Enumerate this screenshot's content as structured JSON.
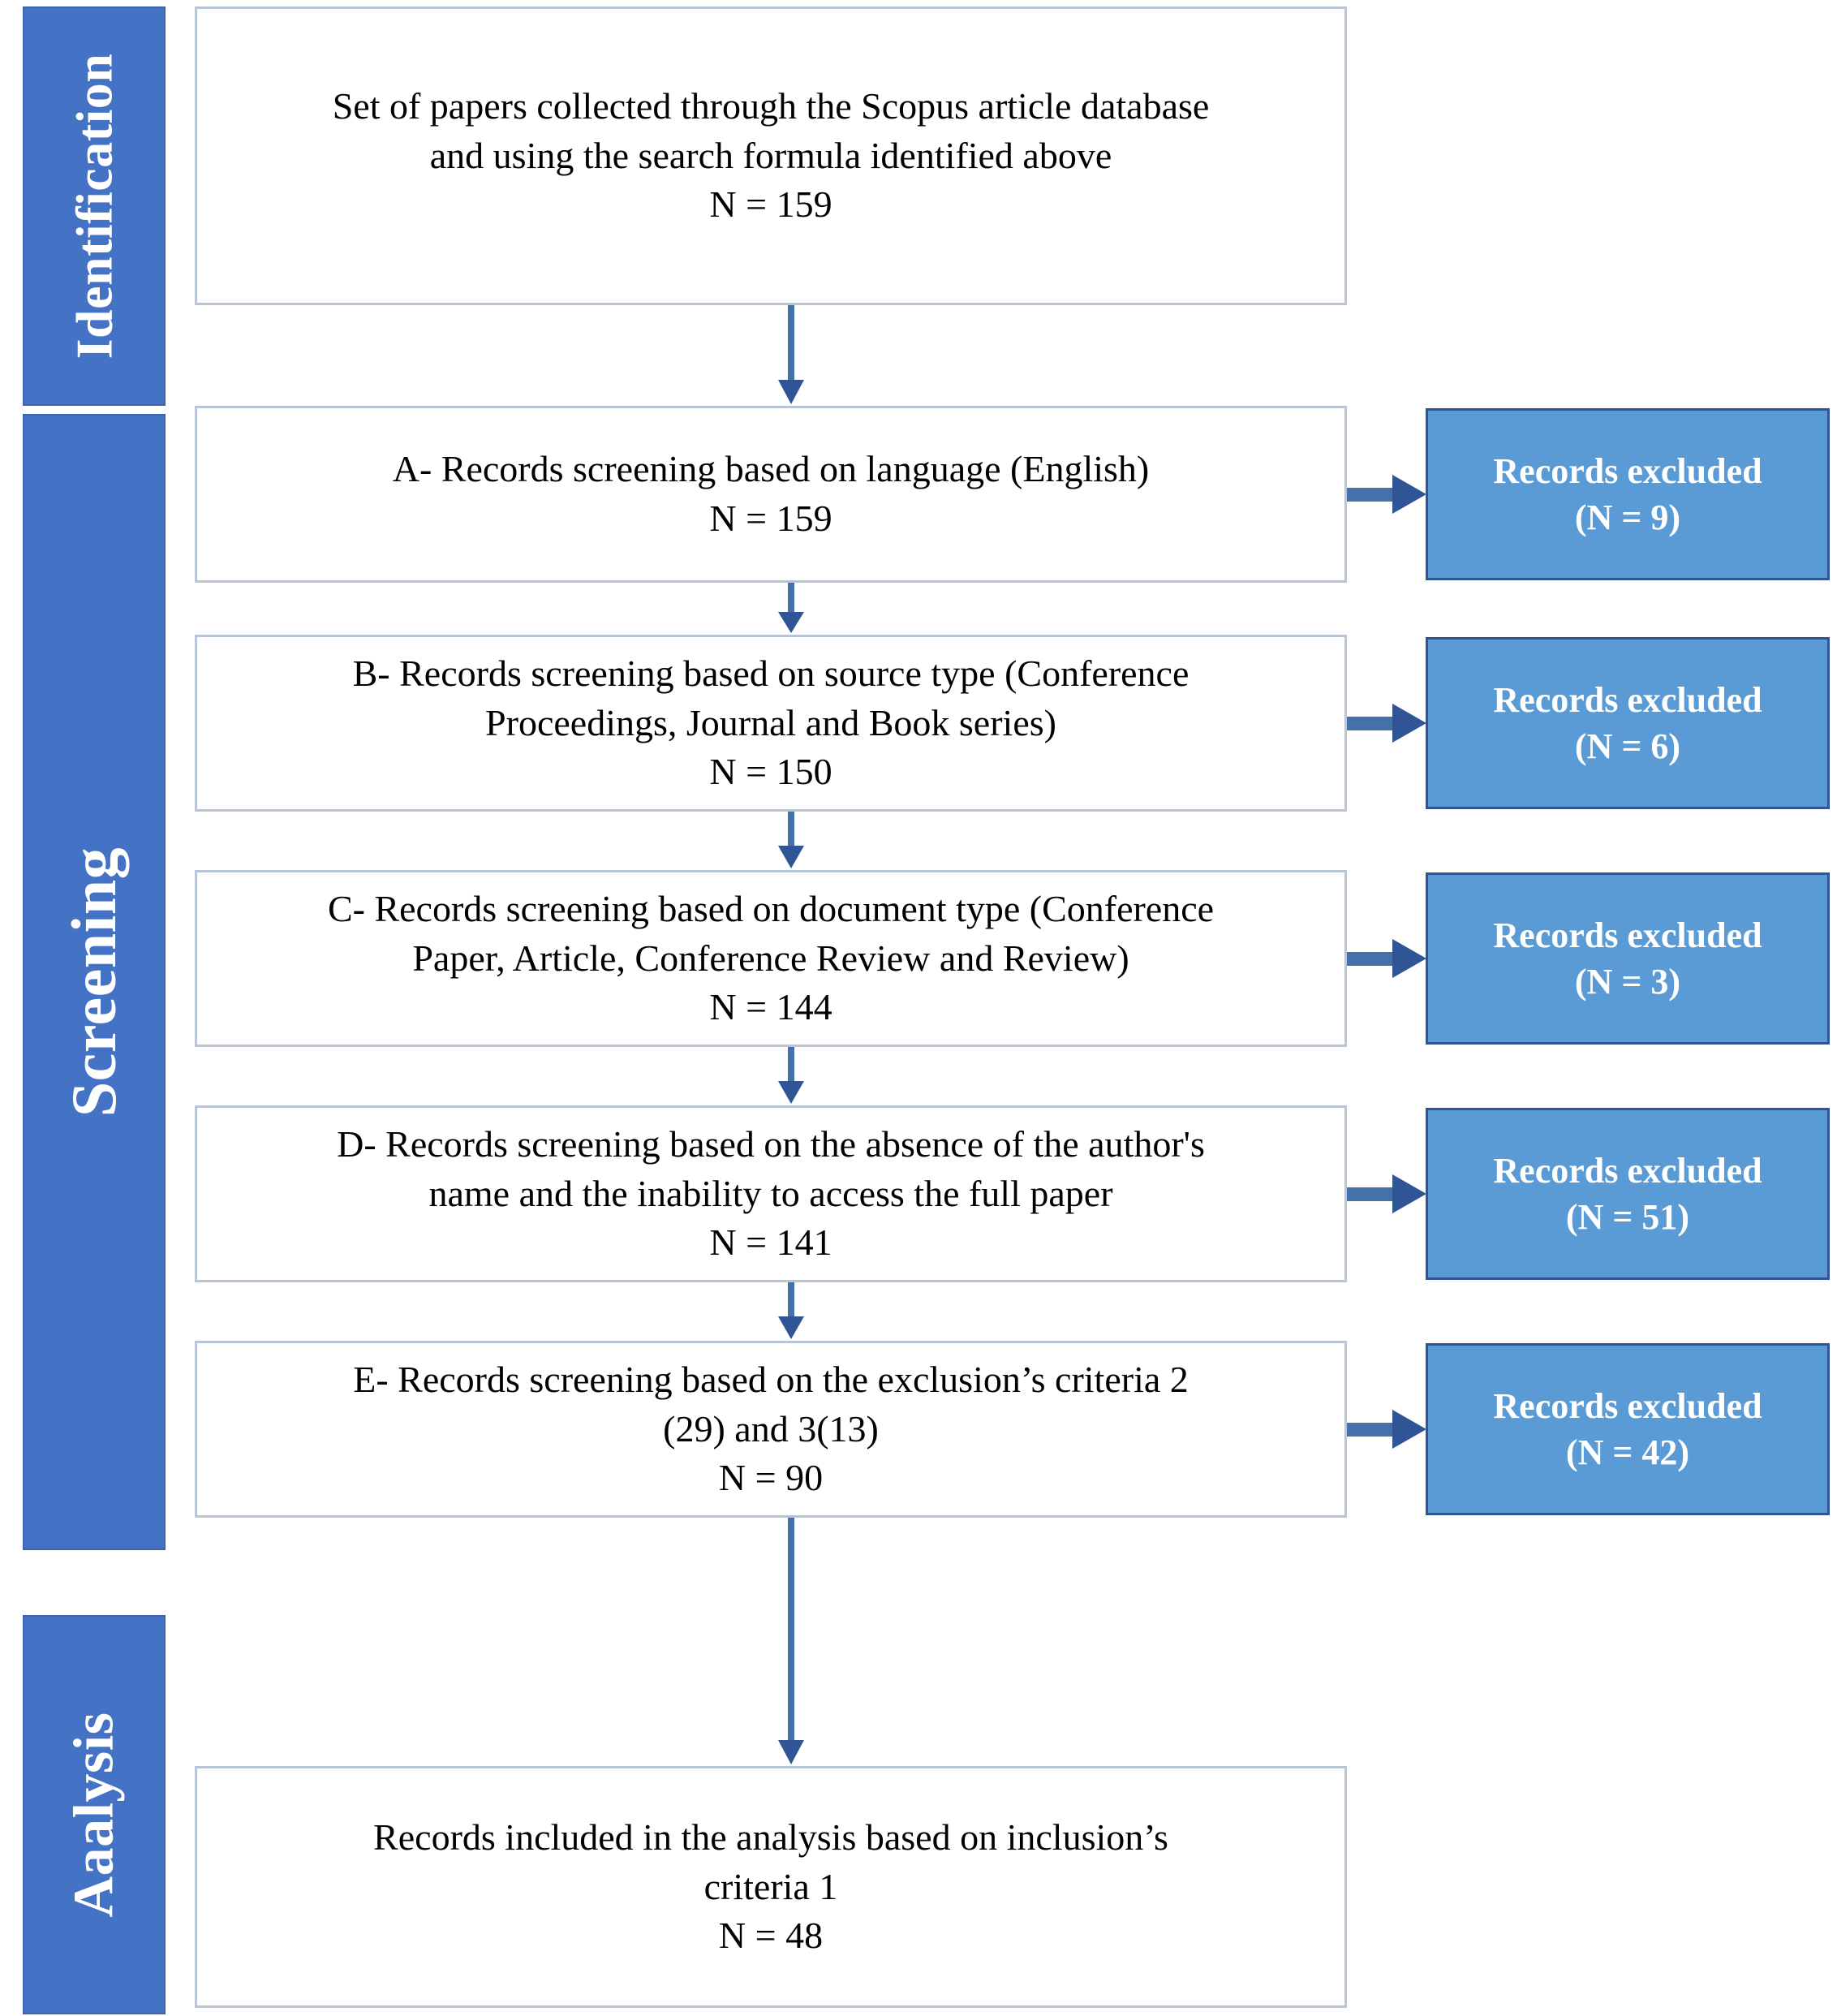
{
  "colors": {
    "stage_bar_fill": "#4472C4",
    "stage_bar_border": "#3A64AD",
    "flow_box_fill": "#FFFFFF",
    "flow_box_border": "#B8C6D8",
    "excluded_box_fill": "#5B9BD5",
    "excluded_box_border": "#2F5597",
    "arrow_blue": "#4472A8",
    "arrow_head_blue": "#2F5597",
    "text_dark": "#000000",
    "text_light": "#FFFFFF"
  },
  "stages": [
    {
      "label": "Identification"
    },
    {
      "label": "Screening"
    },
    {
      "label": "Aaalysis"
    }
  ],
  "flow_boxes": [
    {
      "id": "identification-source",
      "lines": [
        "Set of papers collected through the Scopus article database",
        "and using the search formula identified above"
      ],
      "n_label": "N = 159"
    },
    {
      "id": "screening-a-language",
      "lines": [
        "A- Records screening based on language (English)"
      ],
      "n_label": "N = 159"
    },
    {
      "id": "screening-b-source-type",
      "lines": [
        "B- Records screening based on source type (Conference",
        "Proceedings, Journal and Book series)"
      ],
      "n_label": "N = 150"
    },
    {
      "id": "screening-c-document-type",
      "lines": [
        "C- Records screening based on document type (Conference",
        "Paper, Article, Conference Review and Review)"
      ],
      "n_label": "N = 144"
    },
    {
      "id": "screening-d-author-access",
      "lines": [
        "D- Records screening based on the absence of the author's",
        "name and the inability to access the full paper"
      ],
      "n_label": "N = 141"
    },
    {
      "id": "screening-e-exclusion-criteria",
      "lines": [
        "E- Records screening based on the exclusion’s criteria 2",
        "(29) and 3(13)"
      ],
      "n_label": "N = 90"
    },
    {
      "id": "analysis-included",
      "lines": [
        "Records included in the analysis based on inclusion’s",
        "criteria 1"
      ],
      "n_label": "N = 48"
    }
  ],
  "excluded_boxes": [
    {
      "id": "excluded-a",
      "title": "Records excluded",
      "count_label": "(N = 9)"
    },
    {
      "id": "excluded-b",
      "title": "Records excluded",
      "count_label": "(N = 6)"
    },
    {
      "id": "excluded-c",
      "title": "Records excluded",
      "count_label": "(N = 3)"
    },
    {
      "id": "excluded-d",
      "title": "Records excluded",
      "count_label": "(N = 51)"
    },
    {
      "id": "excluded-e",
      "title": "Records excluded",
      "count_label": "(N = 42)"
    }
  ],
  "arrows": {
    "vertical_icon": "arrow-down-icon",
    "horizontal_icon": "arrow-right-icon"
  }
}
